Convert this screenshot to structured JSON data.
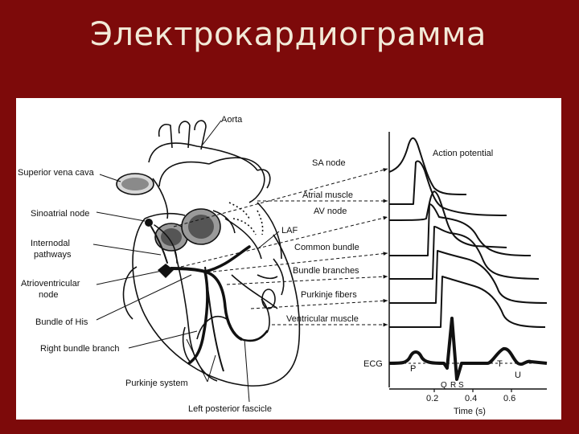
{
  "title": "Электрокардиограмма",
  "heart_labels": {
    "aorta": "Aorta",
    "superior_vena_cava": "Superior vena cava",
    "sinoatrial_node": "Sinoatrial node",
    "internodal_1": "Internodal",
    "internodal_2": "pathways",
    "atrioventricular_1": "Atrioventricular",
    "atrioventricular_2": "node",
    "bundle_of_his": "Bundle of His",
    "right_bundle_branch": "Right bundle branch",
    "purkinje_system": "Purkinje system",
    "left_posterior_fascicle": "Left posterior fascicle",
    "laf": "LAF"
  },
  "trace_labels": {
    "sa_node": "SA node",
    "atrial_muscle": "Atrial muscle",
    "av_node": "AV node",
    "common_bundle": "Common bundle",
    "bundle_branches": "Bundle branches",
    "purkinje_fibers": "Purkinje fibers",
    "ventricular_muscle": "Ventricular muscle",
    "action_potential": "Action potential"
  },
  "ecg": {
    "label": "ECG",
    "p": "P",
    "q": "Q",
    "r": "R",
    "s": "S",
    "t": "T",
    "u": "U"
  },
  "time_axis": {
    "ticks": [
      "0.2",
      "0.4",
      "0.6"
    ],
    "label": "Time (s)"
  }
}
